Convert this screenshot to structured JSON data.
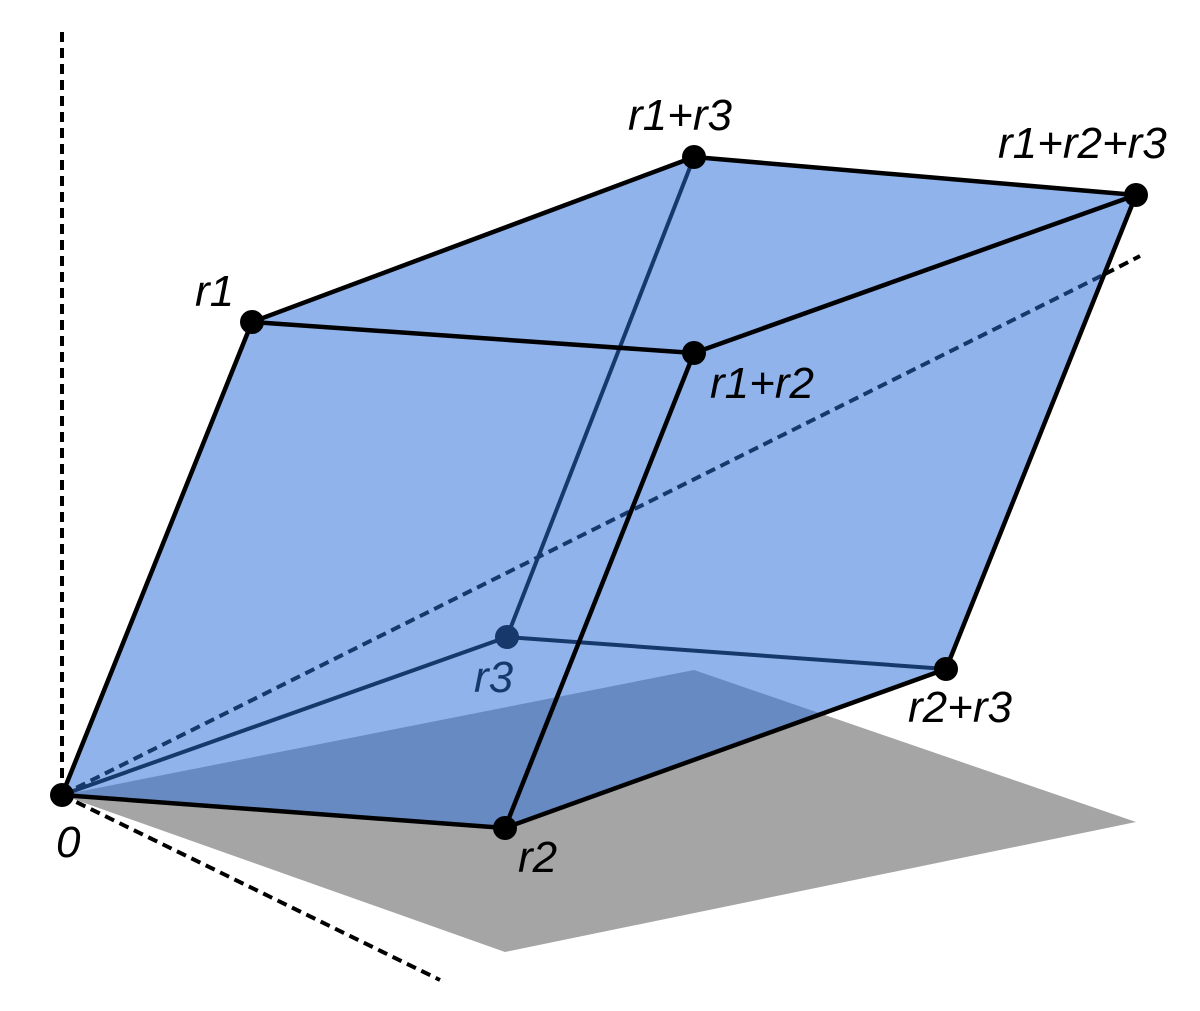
{
  "labels": {
    "origin": "0",
    "r1": "r1",
    "r2": "r2",
    "r3": "r3",
    "r1_r2": "r1+r2",
    "r1_r3": "r1+r3",
    "r2_r3": "r2+r3",
    "r1_r2_r3": "r1+r2+r3"
  },
  "colors": {
    "solid_fill": "#8fb3ea",
    "shadow": "#a5a5a5",
    "edge": "#000000",
    "hidden_edge": "#17386b"
  }
}
